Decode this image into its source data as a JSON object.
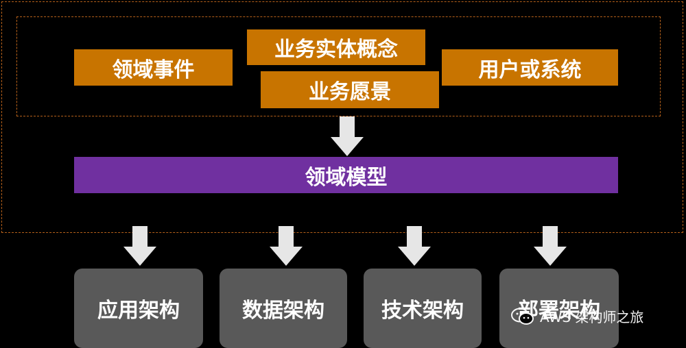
{
  "source_boxes": {
    "domain_events": "领域事件",
    "business_entities": "业务实体概念",
    "business_vision": "业务愿景",
    "users_or_systems": "用户或系统"
  },
  "domain_model": "领域模型",
  "architectures": {
    "application": "应用架构",
    "data": "数据架构",
    "technical": "技术架构",
    "deployment": "部署架构"
  },
  "watermark": "AWS 架构师之旅",
  "colors": {
    "orange": "#c87400",
    "purple": "#7030a0",
    "gray": "#595959",
    "arrow": "#e6e6e6",
    "frame": "#b8621a"
  }
}
